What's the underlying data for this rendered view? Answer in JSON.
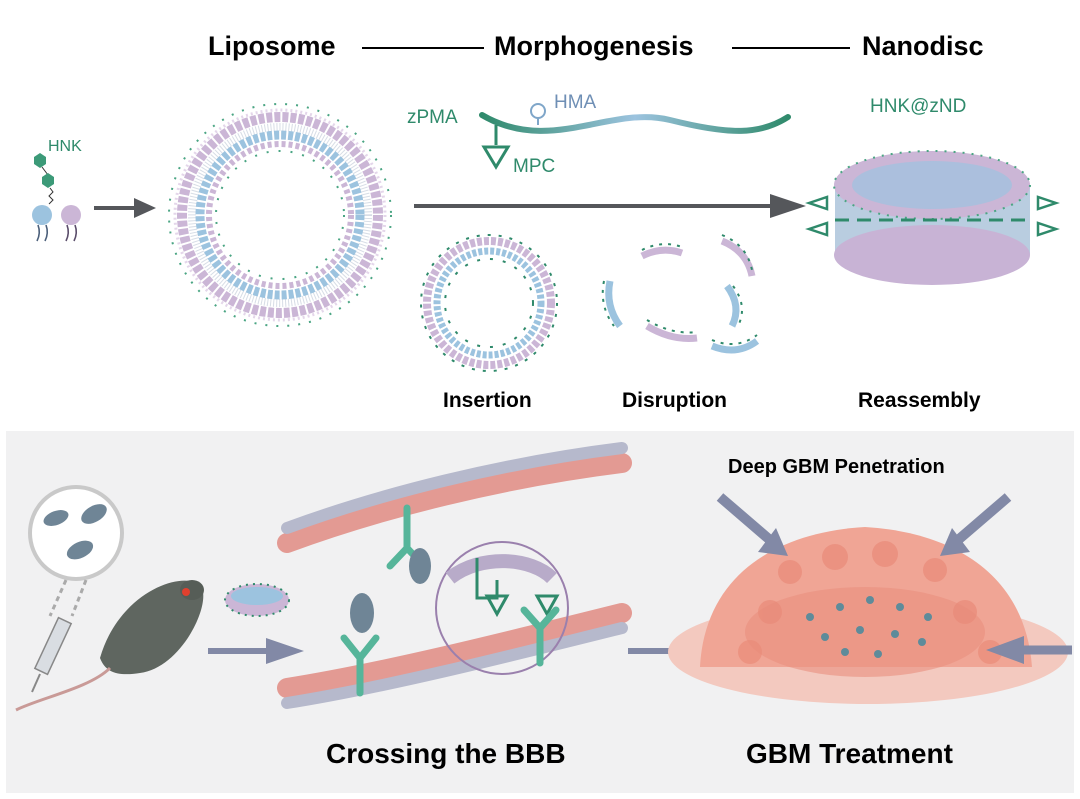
{
  "header": {
    "liposome": "Liposome",
    "morphogenesis": "Morphogenesis",
    "nanodisc": "Nanodisc"
  },
  "molecules": {
    "hnk": "HNK",
    "zpma": "zPMA",
    "hma": "HMA",
    "mpc": "MPC",
    "hnk_znd": "HNK@zND"
  },
  "steps": {
    "insertion": "Insertion",
    "disruption": "Disruption",
    "reassembly": "Reassembly"
  },
  "bottom": {
    "deep_penetration": "Deep GBM Penetration",
    "crossing_bbb": "Crossing the BBB",
    "gbm_treatment": "GBM Treatment"
  },
  "colors": {
    "green": "#2f8a6b",
    "blue_lipid": "#9cc3df",
    "purple_lipid": "#cbb6d6",
    "arrow_gray": "#55575b",
    "arrow_purple": "#8289a6",
    "vessel_red": "#e39a93",
    "tumor_pink": "#f0a595"
  }
}
